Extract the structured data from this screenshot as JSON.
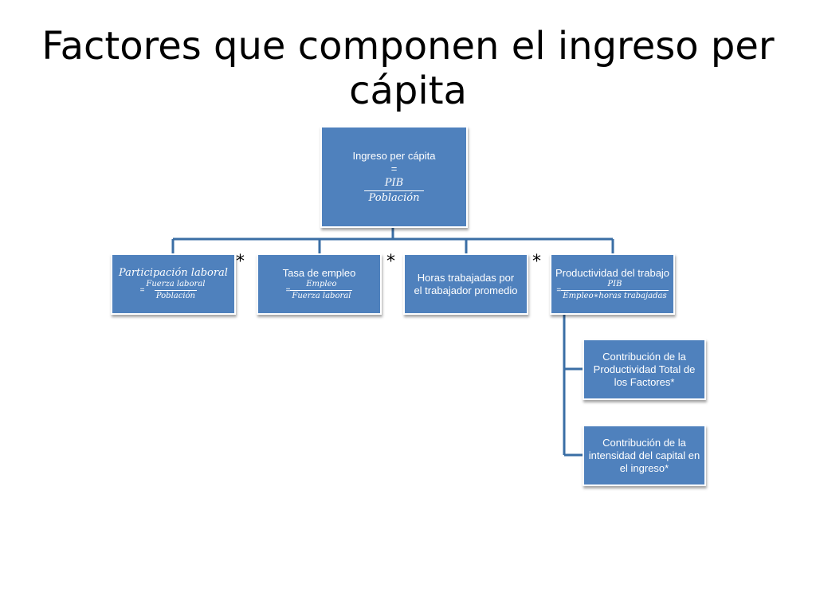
{
  "slide": {
    "title": "Factores que componen el ingreso per cápita"
  },
  "root": {
    "label": "Ingreso per cápita",
    "equals": "=",
    "numerator": "PIB",
    "denominator": "Población"
  },
  "factors": [
    {
      "label": "Participación laboral",
      "equals": "=",
      "numerator": "Fuerza laboral",
      "denominator": "Población"
    },
    {
      "label": "Tasa de empleo",
      "equals": "=",
      "numerator": "Empleo",
      "denominator": "Fuerza laboral"
    },
    {
      "label": "Horas trabajadas por el trabajador promedio"
    },
    {
      "label": "Productividad del trabajo",
      "equals": "=",
      "numerator": "PIB",
      "denominator": "Empleo∗horas trabajadas"
    }
  ],
  "operators": [
    "*",
    "*",
    "*"
  ],
  "sub_factors": [
    {
      "label": "Contribución de la Productividad Total de los Factores*"
    },
    {
      "label": "Contribución de la intensidad del capital en el ingreso*"
    }
  ],
  "colors": {
    "box_fill": "#4f81bd",
    "connector": "#3a6ea5",
    "text": "#ffffff"
  }
}
